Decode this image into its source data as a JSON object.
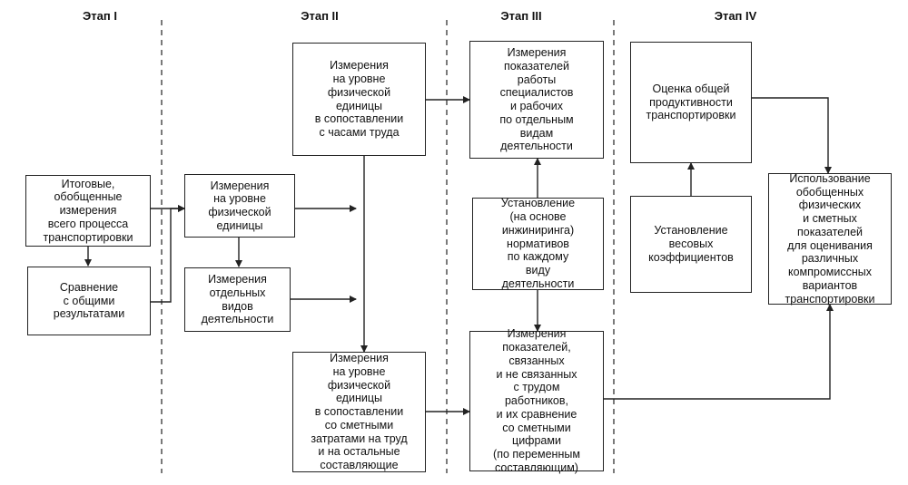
{
  "stages": [
    "Этап I",
    "Этап II",
    "Этап III",
    "Этап IV"
  ],
  "boxes": {
    "totals": "Итоговые,\nобобщенные\nизмерения\nвсего процесса\nтранспортировки",
    "compare_overall": "Сравнение\nс общими\nрезультатами",
    "unit_level": "Измерения\nна уровне\nфизической\nединицы",
    "separate_activities": "Измерения\nотдельных\nвидов\nдеятельности",
    "unit_vs_labor_hours": "Измерения\nна уровне\nфизической\nединицы\nв сопоставлении\nс часами труда",
    "unit_vs_estimates": "Измерения\nна уровне\nфизической\nединицы\nв сопоставлении\nсо сметными\nзатратами  на труд\nи на остальные\nсоставляющие",
    "specialists_workers": "Измерения\nпоказателей\nработы\nспециалистов\nи рабочих\nпо отдельным\nвидам\nдеятельности",
    "engineering_norms": "Установление\n(на основе\nинжиниринга)\nнормативов\nпо каждому\nвиду\nдеятельности",
    "labor_related_indicators": "Измерения\nпоказателей,\nсвязанных\nи не связанных\nс трудом\nработников,\nи их сравнение\nсо сметными\nцифрами\n(по переменным\nсоставляющим)",
    "overall_productivity": "Оценка общей\nпродуктивности\nтранспортировки",
    "weight_coefficients": "Установление\nвесовых\nкоэффициентов",
    "generalized_use": "Использование\nобобщенных\nфизических\nи сметных\nпоказателей\nдля оценивания\nразличных\nкомпромиссных\nвариантов\nтранспортировки"
  }
}
